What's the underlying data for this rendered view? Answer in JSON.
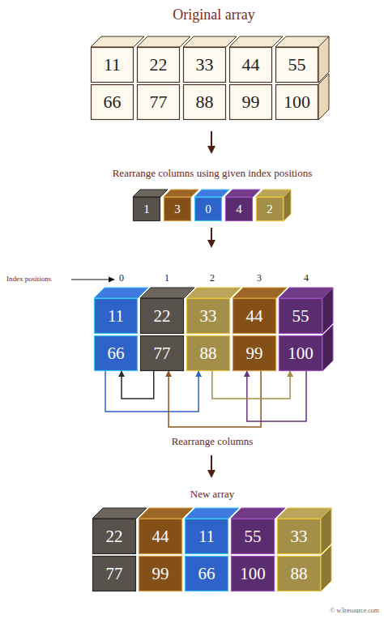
{
  "diagram": {
    "title": "Original array",
    "nodes": [
      {
        "text": [
          "11"
        ]
      },
      {
        "text": [
          "22"
        ]
      },
      {
        "text": [
          "33"
        ]
      },
      {
        "text": [
          "44"
        ]
      },
      {
        "text": [
          "55"
        ]
      },
      {
        "text": [
          "66"
        ]
      },
      {
        "text": [
          "77"
        ]
      },
      {
        "text": [
          "88"
        ]
      },
      {
        "text": [
          "99"
        ]
      },
      {
        "text": [
          "100"
        ]
      },
      {
        "text": [
          "1"
        ]
      },
      {
        "text": [
          "3"
        ]
      },
      {
        "text": [
          "0"
        ]
      },
      {
        "text": [
          "4"
        ]
      },
      {
        "text": [
          "2"
        ]
      },
      {
        "text": [
          "11"
        ]
      },
      {
        "text": [
          "22"
        ]
      },
      {
        "text": [
          "33"
        ]
      },
      {
        "text": [
          "44"
        ]
      },
      {
        "text": [
          "55"
        ]
      },
      {
        "text": [
          "66"
        ]
      },
      {
        "text": [
          "77"
        ]
      },
      {
        "text": [
          "88"
        ]
      },
      {
        "text": [
          "99"
        ]
      },
      {
        "text": [
          "100"
        ]
      },
      {
        "text": [
          "22"
        ]
      },
      {
        "text": [
          "44"
        ]
      },
      {
        "text": [
          "11"
        ]
      },
      {
        "text": [
          "55"
        ]
      },
      {
        "text": [
          "33"
        ]
      },
      {
        "text": [
          "77"
        ]
      },
      {
        "text": [
          "99"
        ]
      },
      {
        "text": [
          "66"
        ]
      },
      {
        "text": [
          "100"
        ]
      },
      {
        "text": [
          "88"
        ]
      }
    ],
    "edges": [
      {
        "from": 21,
        "to": 20,
        "arrow": "to"
      },
      {
        "from": 20,
        "to": 22,
        "arrow": "to"
      },
      {
        "from": 23,
        "to": 21,
        "arrow": "to"
      },
      {
        "from": 24,
        "to": 23,
        "arrow": "to"
      },
      {
        "from": 22,
        "to": 24,
        "arrow": "to"
      }
    ],
    "labels": [
      "Rearrange columns using given index positions",
      "Index positions",
      "0",
      "1",
      "2",
      "3",
      "4",
      "Rearrange columns",
      "New array",
      "© w3resource.com"
    ]
  }
}
